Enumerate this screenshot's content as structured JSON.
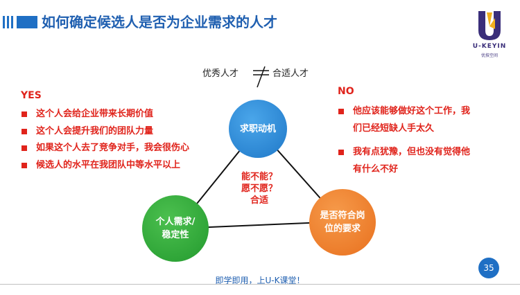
{
  "title": "如何确定候选人是否为企业需求的人才",
  "logo": {
    "name": "U-KEYIN",
    "sub": "优技空间"
  },
  "colors": {
    "accent": "#1f6fc4",
    "red": "#e0231b",
    "blue_circle": "#2a86d6",
    "green_circle": "#2fa63a",
    "orange_circle": "#f07d2a"
  },
  "top_labels": {
    "left": "优秀人才",
    "right": "合适人才"
  },
  "yes": {
    "header": "YES",
    "items": [
      "这个人会给企业带来长期价值",
      "这个人会提升我们的团队力量",
      "如果这个人去了竞争对手，我会很伤心",
      "候选人的水平在我团队中等水平以上"
    ]
  },
  "no": {
    "header": "NO",
    "items": [
      {
        "line1": "他应该能够做好这个工作，我",
        "line2": "们已经短缺人手太久"
      },
      {
        "line1": "我有点犹豫，但也没有觉得他",
        "line2": "有什么不好"
      }
    ]
  },
  "circles": {
    "top": {
      "label": "求职动机"
    },
    "left": {
      "line1": "个人需求/",
      "line2": "稳定性"
    },
    "right": {
      "line1": "是否符合岗",
      "line2": "位的要求"
    }
  },
  "center_questions": {
    "line1": "能不能？",
    "line2": "愿不愿？",
    "line3": "合适"
  },
  "footer": "即学即用，上U-K课堂！",
  "page_number": "35"
}
